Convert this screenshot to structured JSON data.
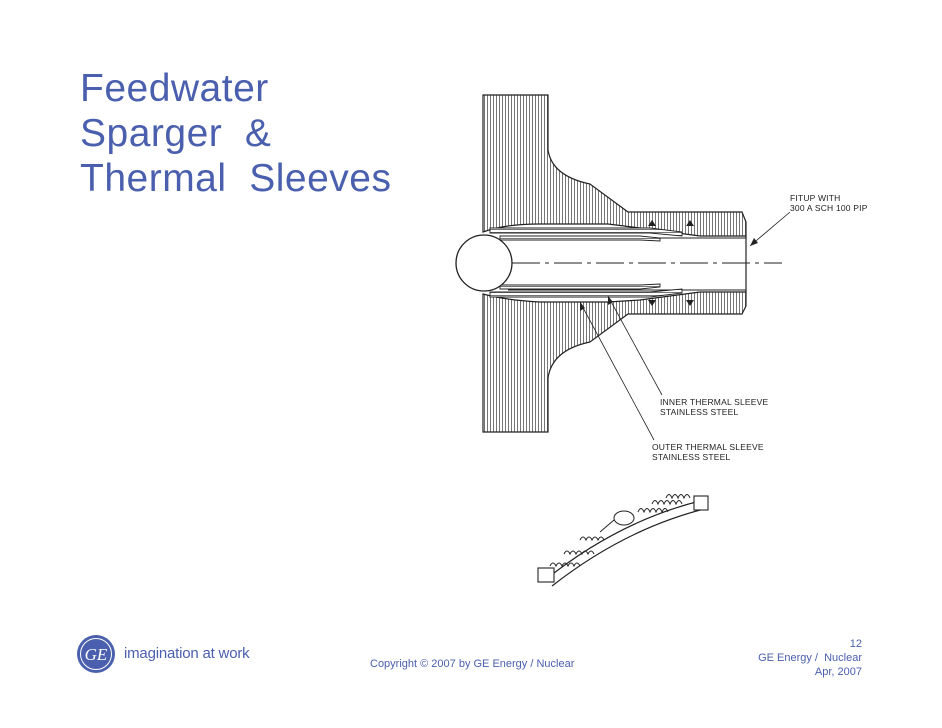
{
  "title": {
    "lines": [
      "Feedwater",
      "Sparger  &",
      "Thermal  Sleeves"
    ]
  },
  "callouts": {
    "fitup": [
      "FITUP WITH",
      "300 A SCH 100 PIP"
    ],
    "inner_sleeve": [
      "INNER THERMAL SLEEVE",
      "STAINLESS STEEL"
    ],
    "outer_sleeve": [
      "OUTER THERMAL SLEEVE",
      "STAINLESS STEEL"
    ]
  },
  "footer": {
    "logo_icon": "ge-logo-icon",
    "logo_text": "GE",
    "tagline": "imagination at work",
    "copyright": "Copyright ©  2007 by GE Energy / Nuclear",
    "page_number": "12",
    "company": "GE Energy /  Nuclear",
    "date": "Apr, 2007"
  },
  "colors": {
    "brand": "#4a5fae"
  }
}
